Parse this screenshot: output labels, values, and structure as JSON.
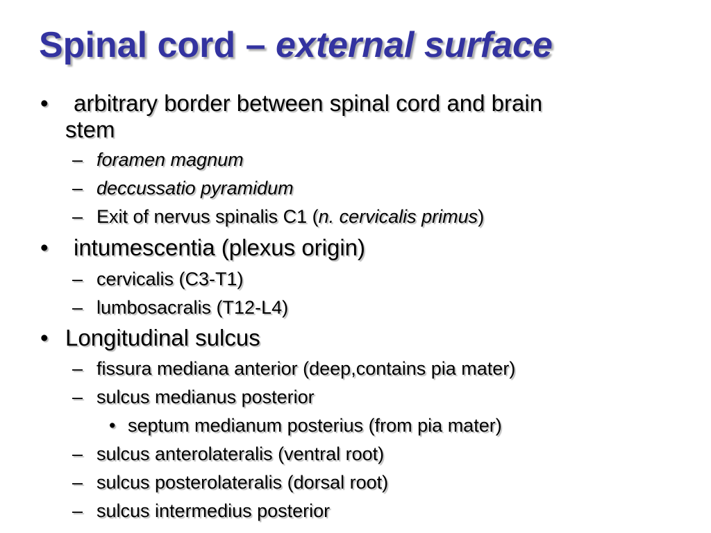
{
  "title": {
    "main": "Spinal cord – ",
    "italic": "external surface"
  },
  "bullets": {
    "b1": {
      "marker": "•",
      "line1": "arbitrary border between spinal cord and brain",
      "line2": "stem",
      "subs": [
        {
          "marker": "–",
          "text": "foramen magnum"
        },
        {
          "marker": "–",
          "text": "deccussatio pyramidum"
        },
        {
          "marker": "–",
          "pre": "Exit of nervus spinalis C1 (",
          "italic": "n. cervicalis primus",
          "post": ")"
        }
      ]
    },
    "b2": {
      "marker": "•",
      "text": "intumescentia (plexus origin)",
      "subs": [
        {
          "marker": "–",
          "text": "cervicalis (C3-T1)"
        },
        {
          "marker": "–",
          "text": "lumbosacralis (T12-L4)"
        }
      ]
    },
    "b3": {
      "marker": "•",
      "text": "Longitudinal sulcus",
      "subs": [
        {
          "marker": "–",
          "text": "fissura mediana anterior (deep,contains pia mater)"
        },
        {
          "marker": "–",
          "text": "sulcus medianus posterior"
        },
        {
          "marker": "•",
          "text": "septum medianum posterius (from pia mater)"
        },
        {
          "marker": "–",
          "text": "sulcus anterolateralis (ventral root)"
        },
        {
          "marker": "–",
          "text": "sulcus posterolateralis (dorsal root)"
        },
        {
          "marker": "–",
          "text": "sulcus intermedius posterior"
        }
      ]
    }
  },
  "colors": {
    "title": "#3333a0",
    "text": "#000000",
    "shadow": "#b0b0b0"
  }
}
